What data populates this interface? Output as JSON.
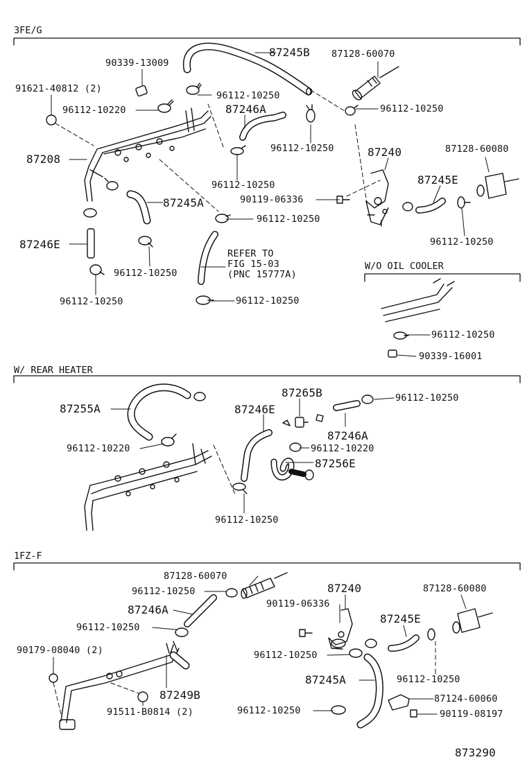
{
  "sections": {
    "s1": "3FE/G",
    "s2": "W/ REAR HEATER",
    "s3": "1FZ-F",
    "sub_wo_oil": "W/O OIL COOLER"
  },
  "labels": {
    "a01": "90339-13009",
    "a02": "87245B",
    "a03": "87128-60070",
    "a04": "91621-40812 (2)",
    "a05": "96112-10250",
    "a06": "96112-10220",
    "a07": "87246A",
    "a08": "96112-10250",
    "a09": "87208",
    "a10": "96112-10250",
    "a11": "87240",
    "a12": "87128-60080",
    "a13": "96112-10250",
    "a14": "87245E",
    "a15": "90119-06336",
    "a16": "87245A",
    "a17": "96112-10250",
    "a18": "96112-10250",
    "a19": "87246E",
    "a20": "REFER TO",
    "a21": "FIG 15-03",
    "a22": "(PNC 15777A)",
    "a23": "96112-10250",
    "a24": "96112-10250",
    "a25": "96112-10250",
    "a26": "96112-10250",
    "a27": "90339-16001",
    "b01": "87265B",
    "b02": "87255A",
    "b03": "87246E",
    "b04": "96112-10250",
    "b05": "87246A",
    "b06": "96112-10220",
    "b07": "96112-10220",
    "b08": "87256E",
    "b09": "96112-10250",
    "c01": "87128-60070",
    "c02": "96112-10250",
    "c03": "87240",
    "c04": "87128-60080",
    "c05": "87246A",
    "c06": "90119-06336",
    "c07": "87245E",
    "c08": "96112-10250",
    "c09": "90179-08040 (2)",
    "c10": "96112-10250",
    "c11": "96112-10250",
    "c12": "87245A",
    "c13": "87249B",
    "c14": "87124-60060",
    "c15": "96112-10250",
    "c16": "90119-08197",
    "c17": "91511-B0814 (2)",
    "fig": "873290"
  }
}
